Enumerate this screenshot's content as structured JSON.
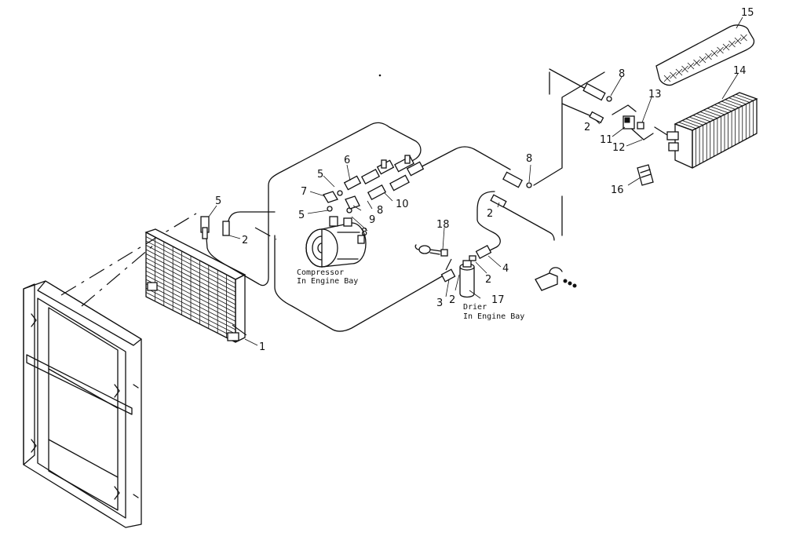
{
  "callouts": [
    "1",
    "2",
    "2",
    "2",
    "2",
    "2",
    "3",
    "4",
    "5",
    "5",
    "5",
    "6",
    "7",
    "8",
    "8",
    "8",
    "8",
    "9",
    "10",
    "11",
    "12",
    "13",
    "14",
    "15",
    "16",
    "17",
    "18"
  ],
  "captions": {
    "compressor_line1": "Compressor",
    "compressor_line2": "In Engine Bay",
    "drier_line1": "Drier",
    "drier_line2": "In Engine Bay"
  },
  "icons": [
    "condenser",
    "radiator-frame",
    "compressor",
    "drier",
    "evaporator",
    "filter-pad",
    "expansion-valve",
    "switch",
    "bracket",
    "sensor",
    "fitting"
  ]
}
